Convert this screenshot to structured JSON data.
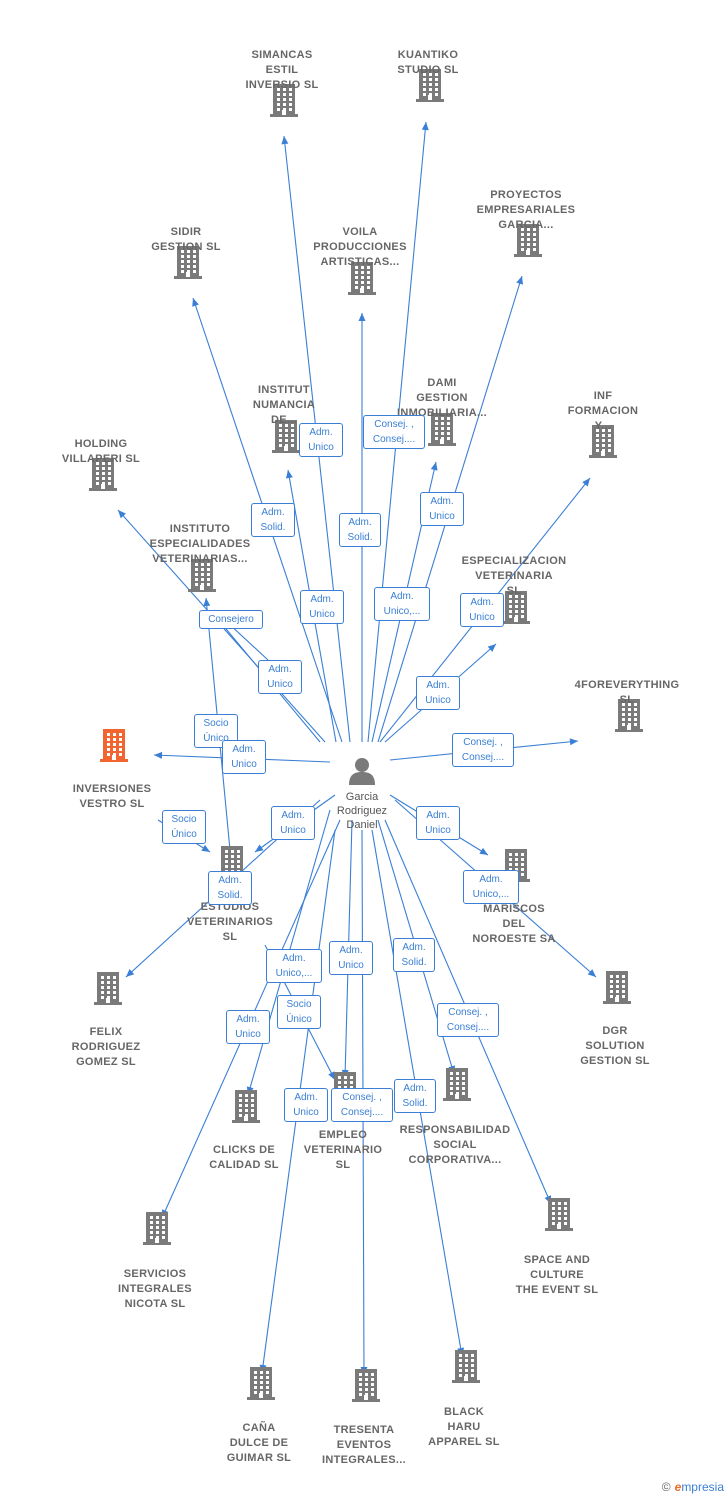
{
  "center": {
    "label": "Garcia\nRodriguez\nDaniel"
  },
  "nodes": [
    {
      "label": "SIMANCAS\nESTIL\nINVERSIO SL",
      "highlight": false
    },
    {
      "label": "KUANTIKO\nSTUDIO  SL",
      "highlight": false
    },
    {
      "label": "PROYECTOS\nEMPRESARIALES\nGARCIA...",
      "highlight": false
    },
    {
      "label": "SIDIR\nGESTION SL",
      "highlight": false
    },
    {
      "label": "VOILA\nPRODUCCIONES\nARTISTICAS...",
      "highlight": false
    },
    {
      "label": "INSTITUT\nNUMANCIA\nDE...",
      "highlight": false
    },
    {
      "label": "DAMI\nGESTION\nINMOBILIARIA...",
      "highlight": false
    },
    {
      "label": "INF\nFORMACION\nY...",
      "highlight": false
    },
    {
      "label": "HOLDING\nVILLAPERI  SL",
      "highlight": false
    },
    {
      "label": "INSTITUTO\nESPECIALIDADES\nVETERINARIAS...",
      "highlight": false
    },
    {
      "label": "ESPECIALIZACION\nVETERINARIA\nSL",
      "highlight": false
    },
    {
      "label": "4FOREVERYTHING\nSL",
      "highlight": false
    },
    {
      "label": "INVERSIONES\nVESTRO  SL",
      "highlight": true
    },
    {
      "label": "ESTUDIOS\nVETERINARIOS\nSL",
      "highlight": false
    },
    {
      "label": "MARISCOS\nDEL\nNOROESTE SA",
      "highlight": false
    },
    {
      "label": "FELIX\nRODRIGUEZ\nGOMEZ  SL",
      "highlight": false
    },
    {
      "label": "DGR\nSOLUTION\nGESTION  SL",
      "highlight": false
    },
    {
      "label": "CLICKS DE\nCALIDAD  SL",
      "highlight": false
    },
    {
      "label": "EMPLEO\nVETERINARIO\nSL",
      "highlight": false
    },
    {
      "label": "RESPONSABILIDAD\nSOCIAL\nCORPORATIVA...",
      "highlight": false
    },
    {
      "label": "SERVICIOS\nINTEGRALES\nNICOTA SL",
      "highlight": false
    },
    {
      "label": "SPACE AND\nCULTURE\nTHE EVENT SL",
      "highlight": false
    },
    {
      "label": "CAÑA\nDULCE DE\nGUIMAR SL",
      "highlight": false
    },
    {
      "label": "TRESENTA\nEVENTOS\nINTEGRALES...",
      "highlight": false
    },
    {
      "label": "BLACK\nHARU\nAPPAREL  SL",
      "highlight": false
    }
  ],
  "tags": [
    "Adm.\nUnico",
    "Consej. ,\nConsej....",
    "Adm.\nSolid.",
    "Adm.\nSolid.",
    "Adm.\nUnico",
    "Adm.\nUnico",
    "Adm.\nUnico,...",
    "Adm.\nUnico",
    "Consejero",
    "Adm.\nUnico",
    "Adm.\nUnico",
    "Socio\nÚnico",
    "Adm.\nUnico",
    "Consej. ,\nConsej....",
    "Socio\nÚnico",
    "Adm.\nUnico",
    "Adm.\nUnico",
    "Adm.\nSolid.",
    "Adm.\nUnico,...",
    "Adm.\nUnico,...",
    "Adm.\nUnico",
    "Adm.\nSolid.",
    "Socio\nÚnico",
    "Consej. ,\nConsej....",
    "Adm.\nUnico",
    "Adm.\nUnico",
    "Consej. ,\nConsej....",
    "Adm.\nSolid."
  ],
  "colors": {
    "edge": "#3a7fd5",
    "building": "#7a7a7a",
    "highlight": "#f26530"
  },
  "brand": {
    "copyright": "©",
    "initial": "e",
    "name": "mpresia"
  }
}
